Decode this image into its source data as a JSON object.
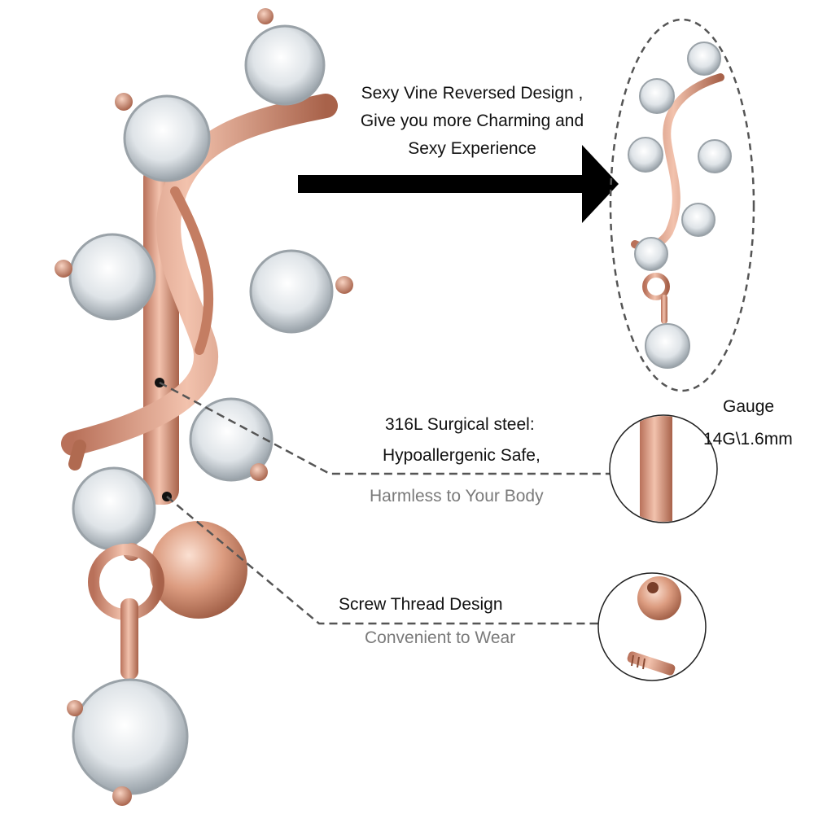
{
  "headline": {
    "line1": "Sexy Vine Reversed Design ,",
    "line2": "Give you more Charming and",
    "line3": "Sexy Experience"
  },
  "material": {
    "line1": "316L Surgical steel:",
    "line2": "Hypoallergenic Safe,",
    "line3": "Harmless to Your Body"
  },
  "gauge": {
    "label": "Gauge",
    "value": "14G\\1.6mm"
  },
  "thread": {
    "line1": "Screw Thread Design",
    "line2": "Convenient to Wear"
  },
  "colors": {
    "rose_gold": "#d9967a",
    "rose_gold_dark": "#b06a50",
    "crystal": "#e8ecef",
    "dashed_line": "#555555",
    "primary_text": "#111111",
    "secondary_text": "#7a7a7a"
  }
}
